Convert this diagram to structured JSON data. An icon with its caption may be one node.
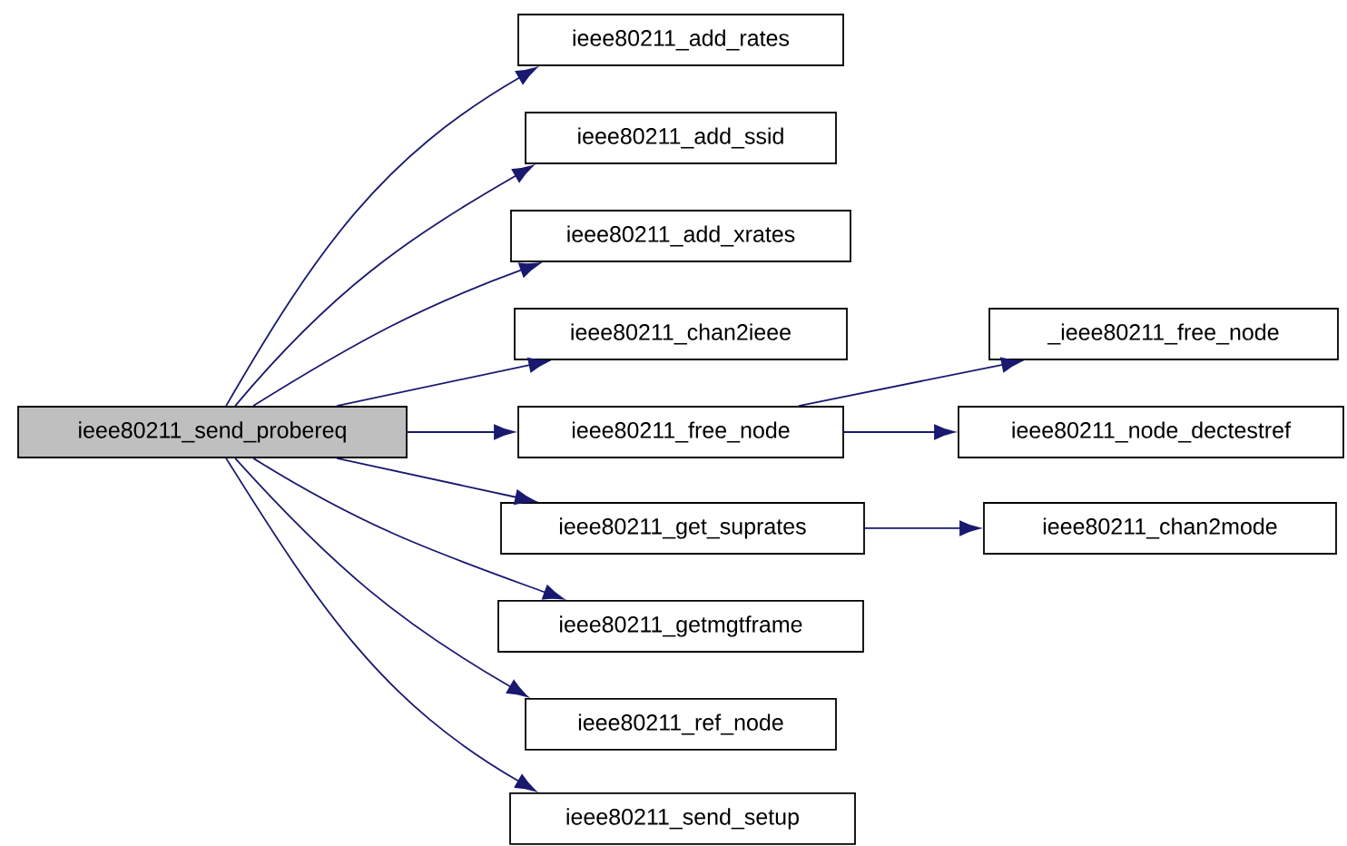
{
  "diagram": {
    "nodes": [
      {
        "text": [
          "ieee80211_send_probereq"
        ]
      },
      {
        "text": [
          "ieee80211_add_rates"
        ]
      },
      {
        "text": [
          "ieee80211_add_ssid"
        ]
      },
      {
        "text": [
          "ieee80211_add_xrates"
        ]
      },
      {
        "text": [
          "ieee80211_chan2ieee"
        ]
      },
      {
        "text": [
          "ieee80211_free_node"
        ]
      },
      {
        "text": [
          "_ieee80211_free_node"
        ]
      },
      {
        "text": [
          "ieee80211_node_dectestref"
        ]
      },
      {
        "text": [
          "ieee80211_get_suprates"
        ]
      },
      {
        "text": [
          "ieee80211_chan2mode"
        ]
      },
      {
        "text": [
          "ieee80211_getmgtframe"
        ]
      },
      {
        "text": [
          "ieee80211_ref_node"
        ]
      },
      {
        "text": [
          "ieee80211_send_setup"
        ]
      }
    ],
    "edges": [
      {
        "from": 0,
        "to": 1,
        "arrow": "to"
      },
      {
        "from": 0,
        "to": 2,
        "arrow": "to"
      },
      {
        "from": 0,
        "to": 3,
        "arrow": "to"
      },
      {
        "from": 0,
        "to": 4,
        "arrow": "to"
      },
      {
        "from": 0,
        "to": 5,
        "arrow": "to"
      },
      {
        "from": 5,
        "to": 6,
        "arrow": "to"
      },
      {
        "from": 5,
        "to": 7,
        "arrow": "to"
      },
      {
        "from": 0,
        "to": 8,
        "arrow": "to"
      },
      {
        "from": 8,
        "to": 9,
        "arrow": "to"
      },
      {
        "from": 0,
        "to": 10,
        "arrow": "to"
      },
      {
        "from": 0,
        "to": 11,
        "arrow": "to"
      },
      {
        "from": 0,
        "to": 12,
        "arrow": "to"
      }
    ]
  }
}
